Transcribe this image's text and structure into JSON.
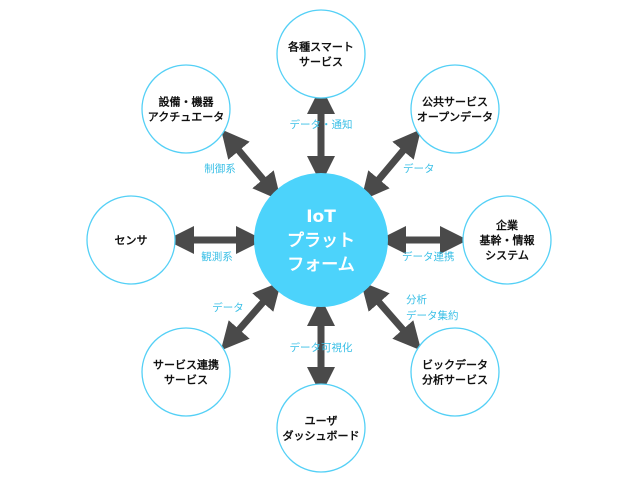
{
  "colors": {
    "hub_fill": "#4cd3fb",
    "node_stroke": "#54d0f6",
    "arrow": "#4a4a4a",
    "edge_label": "#39bfe6"
  },
  "hub": {
    "lines": [
      "IoT",
      "プラット",
      "フォーム"
    ]
  },
  "nodes": [
    {
      "id": "smart-services",
      "lines": [
        "各種スマート",
        "サービス"
      ]
    },
    {
      "id": "public-open-data",
      "lines": [
        "公共サービス",
        "オープンデータ"
      ]
    },
    {
      "id": "enterprise-systems",
      "lines": [
        "企業",
        "基幹・情報",
        "システム"
      ]
    },
    {
      "id": "bigdata-analytics",
      "lines": [
        "ビックデータ",
        "分析サービス"
      ]
    },
    {
      "id": "user-dashboard",
      "lines": [
        "ユーザ",
        "ダッシュボード"
      ]
    },
    {
      "id": "service-integration",
      "lines": [
        "サービス連携",
        "サービス"
      ]
    },
    {
      "id": "sensor",
      "lines": [
        "センサ"
      ]
    },
    {
      "id": "equipment-actuator",
      "lines": [
        "設備・機器",
        "アクチュエータ"
      ]
    }
  ],
  "edge_labels": {
    "smart-services": [
      "データ・通知"
    ],
    "public-open-data": [
      "データ"
    ],
    "enterprise-systems": [
      "データ連携"
    ],
    "bigdata-analytics": [
      "分析",
      "データ集約"
    ],
    "user-dashboard": [
      "データ可視化"
    ],
    "service-integration": [
      "データ"
    ],
    "sensor": [
      "観測系"
    ],
    "equipment-actuator": [
      "制御系"
    ]
  }
}
